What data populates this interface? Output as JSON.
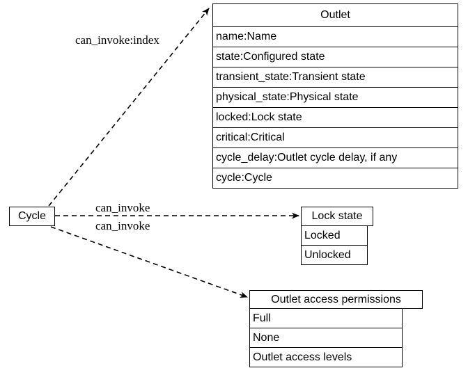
{
  "diagram": {
    "type": "uml-class-diagram",
    "background_color": "#ffffff",
    "line_color": "#000000",
    "text_color": "#000000"
  },
  "nodes": {
    "cycle": {
      "name": "cycle-class",
      "title": "Cycle",
      "rows": []
    },
    "outlet": {
      "name": "outlet-class",
      "title": "Outlet",
      "rows": [
        "name:Name",
        "state:Configured state",
        "transient_state:Transient state",
        "physical_state:Physical state",
        "locked:Lock state",
        "critical:Critical",
        "cycle_delay:Outlet cycle delay, if any",
        "cycle:Cycle"
      ]
    },
    "lock_state": {
      "name": "lock-state-class",
      "title": "Lock state",
      "rows": [
        "Locked",
        "Unlocked"
      ]
    },
    "outlet_access_permissions": {
      "name": "outlet-access-permissions-class",
      "title": "Outlet access permissions",
      "rows": [
        "Full",
        "None",
        "Outlet access levels"
      ]
    }
  },
  "edges": [
    {
      "id": "cycle-to-outlet",
      "label": "can_invoke:index",
      "from": "cycle",
      "to": "outlet",
      "style": "dashed",
      "arrow": "open-filled"
    },
    {
      "id": "cycle-to-lock-state",
      "label": "can_invoke",
      "from": "cycle",
      "to": "lock_state",
      "style": "dashed",
      "arrow": "open-filled"
    },
    {
      "id": "cycle-to-outlet-access-permissions",
      "label": "can_invoke",
      "from": "cycle",
      "to": "outlet_access_permissions",
      "style": "dashed",
      "arrow": "open-filled"
    }
  ]
}
